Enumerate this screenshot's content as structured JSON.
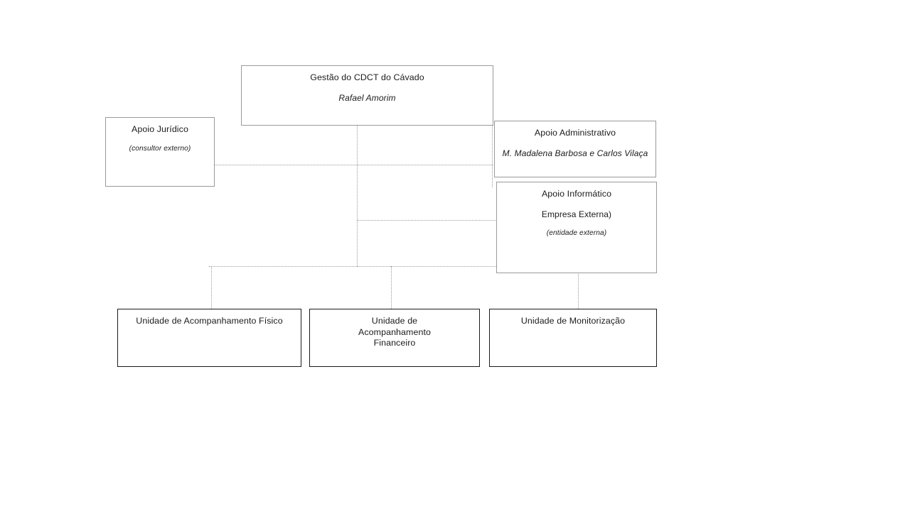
{
  "diagram": {
    "type": "organizational-chart",
    "title": "Gestão do CDCT do Cávado",
    "language": "pt-PT",
    "colors": {
      "background": "#ffffff",
      "box_border_gray": "#9a9a9a",
      "box_border_dark": "#1a1a1a",
      "connector": "#9b9b9b",
      "text": "#1b1b1b"
    },
    "nodes": {
      "management": {
        "title": "Gestão do CDCT do Cávado",
        "person": "Rafael Amorim"
      },
      "legal_support": {
        "title": "Apoio Jurídico",
        "note": "(consultor externo)"
      },
      "admin_support": {
        "title": "Apoio Administrativo",
        "person": "M. Madalena Barbosa e Carlos Vilaça"
      },
      "it_support": {
        "title": "Apoio Informático",
        "provider": "Empresa Externa)",
        "note": "(entidade externa)"
      },
      "unit_physical": {
        "title": "Unidade de Acompanhamento Físico"
      },
      "unit_financial": {
        "title": "Unidade de Acompanhamento Financeiro"
      },
      "unit_monitoring": {
        "title": "Unidade de Monitorização"
      }
    }
  }
}
